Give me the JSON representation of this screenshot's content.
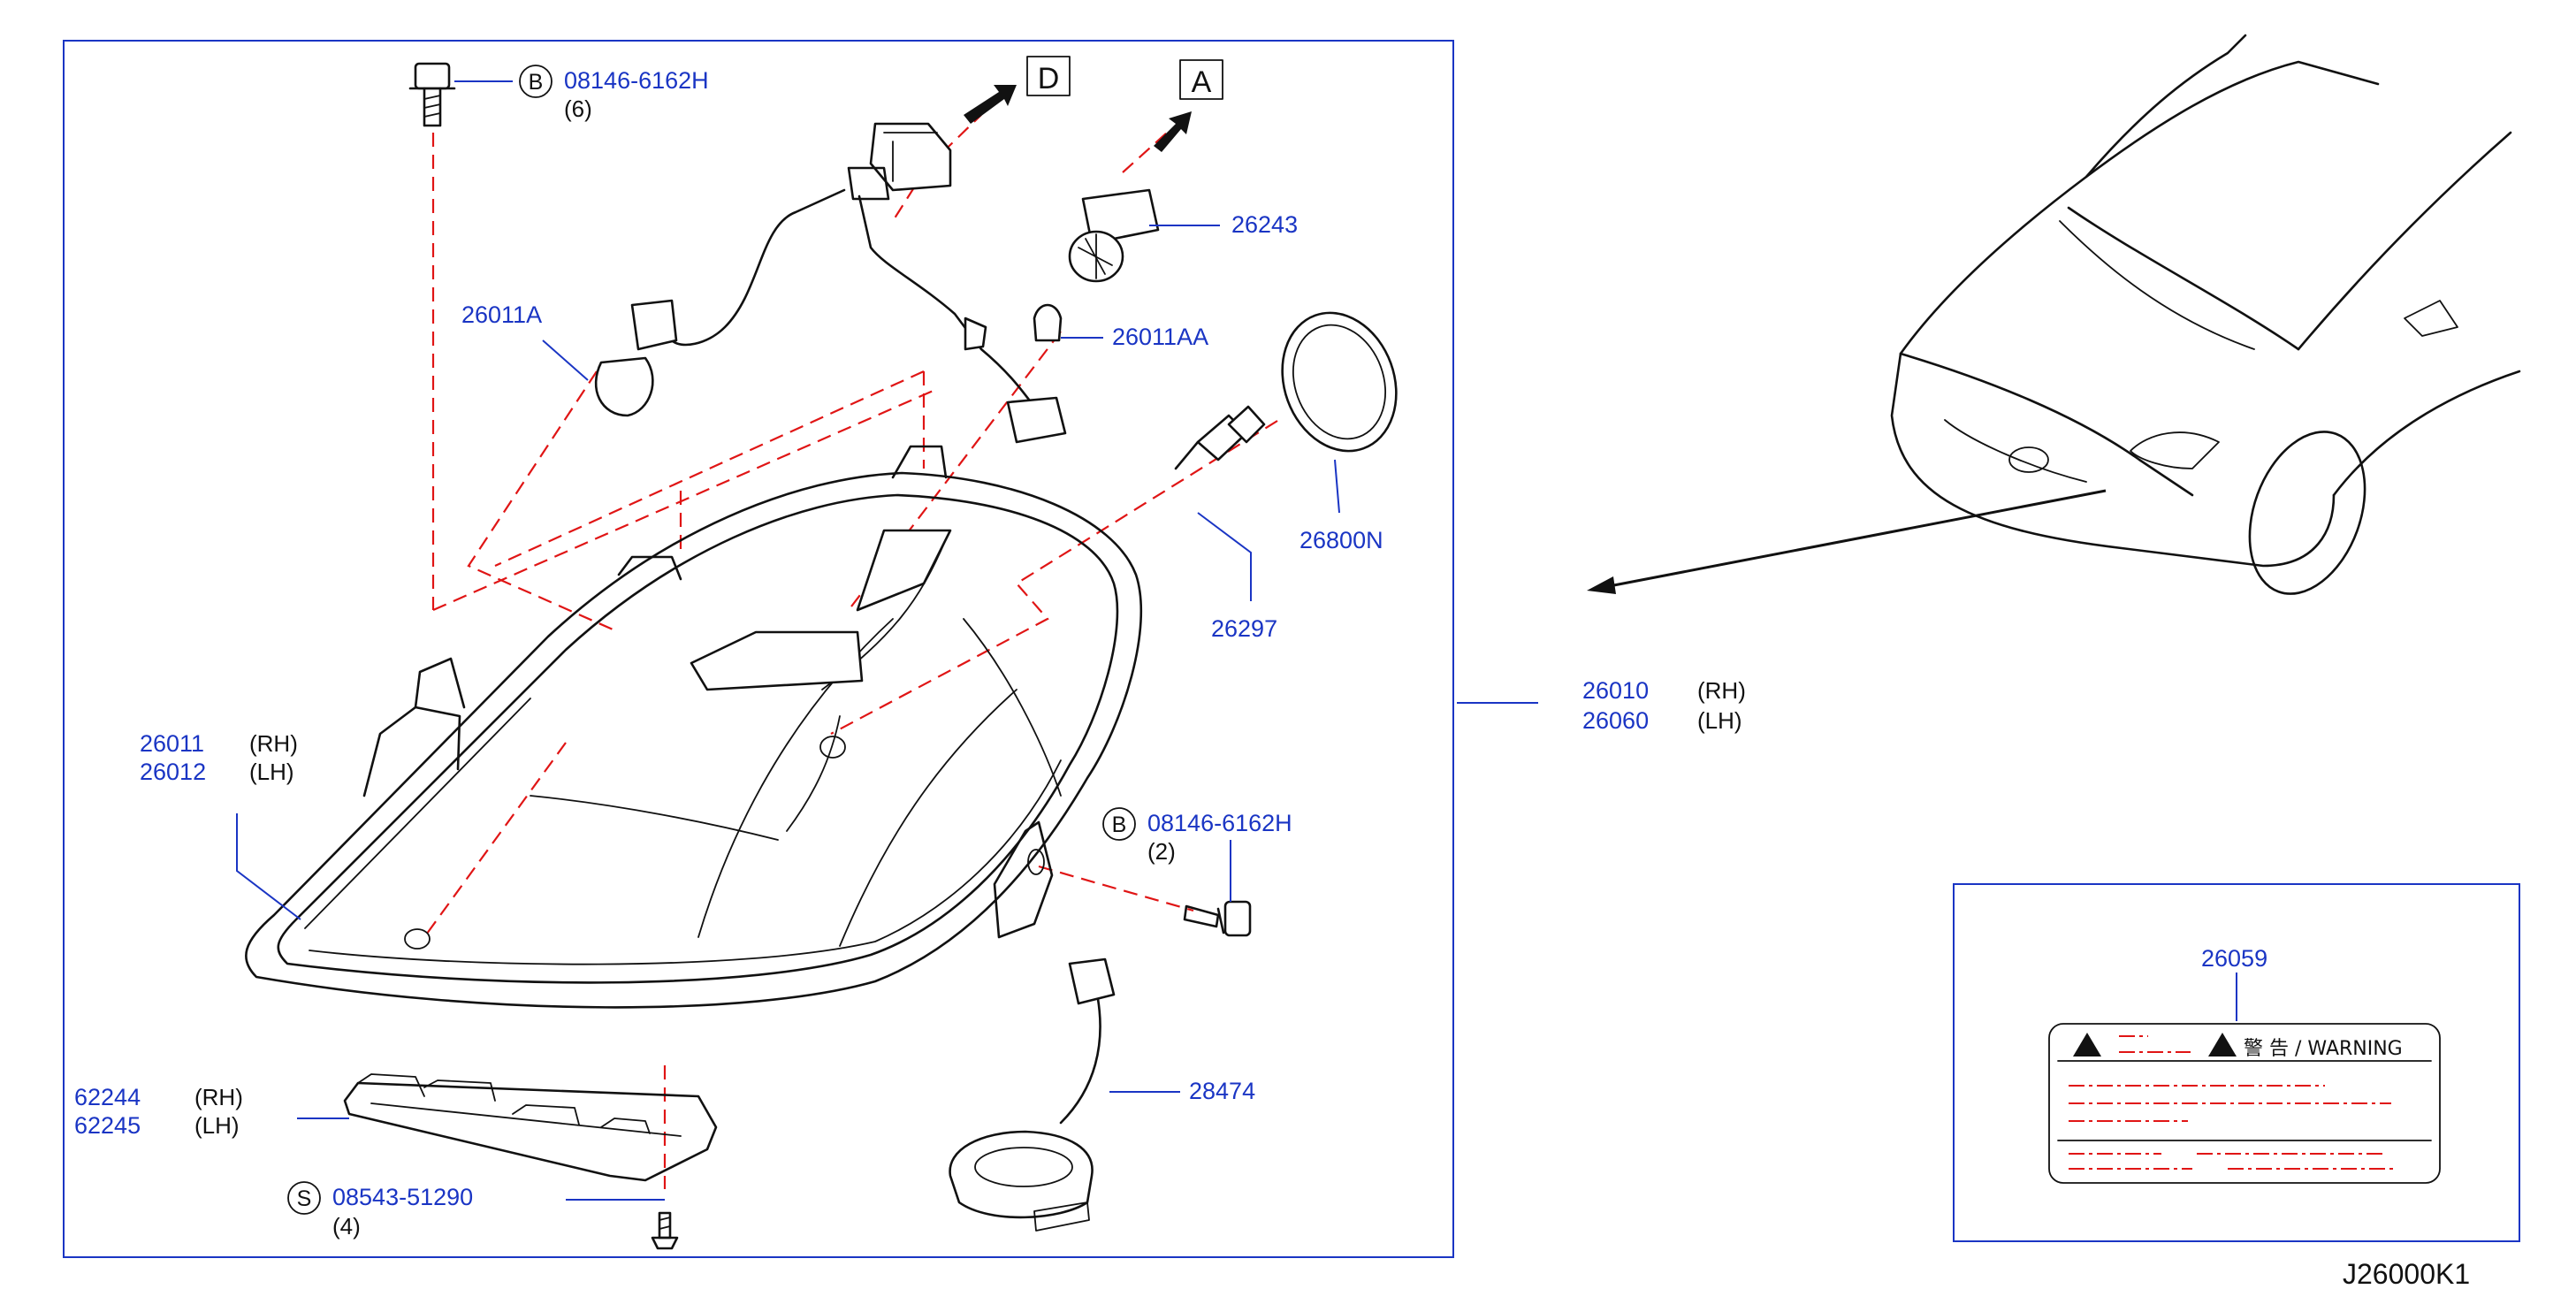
{
  "diagram_code": "J26000K1",
  "direction_markers": {
    "d": "D",
    "a": "A"
  },
  "parts": {
    "bolt_top": {
      "circle": "B",
      "number": "08146-6162H",
      "qty": "(6)"
    },
    "bolt_right": {
      "circle": "B",
      "number": "08146-6162H",
      "qty": "(2)"
    },
    "screw_bottom": {
      "circle": "S",
      "number": "08543-51290",
      "qty": "(4)"
    },
    "socket": "26243",
    "bulb_left": "26011A",
    "bulb_right": "26011AA",
    "cap": "26800N",
    "hid_bulb": "26297",
    "igniter": "28474",
    "label_part": "26059",
    "lamp_assy": {
      "rh_number": "26010",
      "rh": "(RH)",
      "lh_number": "26060",
      "lh": "(LH)"
    },
    "housing": {
      "rh_number": "26011",
      "rh": "(RH)",
      "lh_number": "26012",
      "lh": "(LH)"
    },
    "bracket": {
      "rh_number": "62244",
      "rh": "(RH)",
      "lh_number": "62245",
      "lh": "(LH)"
    }
  },
  "warning_label": {
    "text": "警 告 /  WARNING"
  },
  "colors": {
    "part_number": "#1a35c4",
    "dashed_leader": "#e01515",
    "frame": "#1a35c4",
    "line_art": "#111111"
  }
}
